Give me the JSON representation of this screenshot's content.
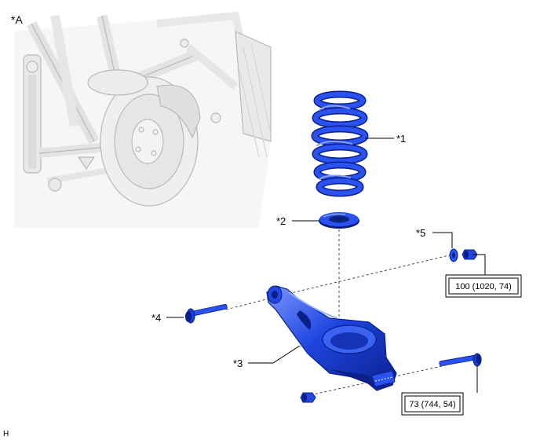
{
  "diagram": {
    "view_label": "*A",
    "figure_id": "H",
    "callouts": {
      "c1": "*1",
      "c2": "*2",
      "c3": "*3",
      "c4": "*4",
      "c5": "*5"
    },
    "torque_specs": {
      "t1": "100 (1020, 74)",
      "t2": "73 (744, 54)"
    },
    "part_color": "#1a3fd6",
    "part_highlight": "#6f8dff",
    "part_shadow": "#0a1f8a",
    "background_sketch_color": "#c8c8c8"
  }
}
